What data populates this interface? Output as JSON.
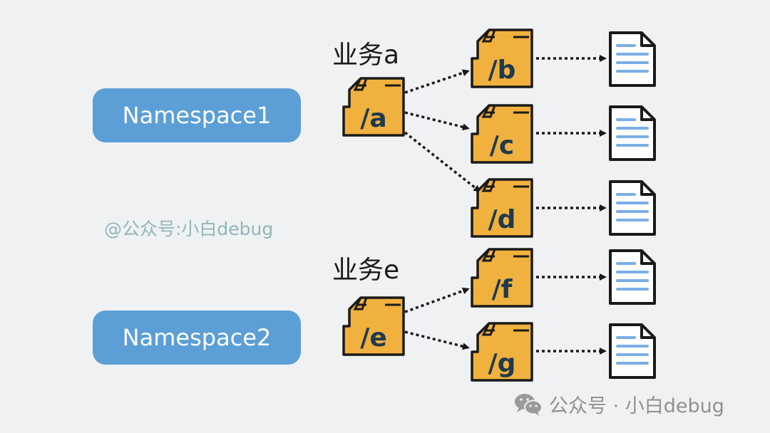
{
  "colors": {
    "background": "#f0f1f3",
    "namespace_pill": "#5b9fd6",
    "folder_fill": "#f1b13e",
    "outline": "#1a1a1a",
    "doc_lines": "#7aaee6",
    "watermark": "#8fb7b9"
  },
  "namespaces": [
    {
      "label": "Namespace1"
    },
    {
      "label": "Namespace2"
    }
  ],
  "groups": [
    {
      "label": "业务a",
      "root": "/a",
      "children": [
        "/b",
        "/c",
        "/d"
      ]
    },
    {
      "label": "业务e",
      "root": "/e",
      "children": [
        "/f",
        "/g"
      ]
    }
  ],
  "folders": {
    "a": "/a",
    "b": "/b",
    "c": "/c",
    "d": "/d",
    "e": "/e",
    "f": "/f",
    "g": "/g"
  },
  "watermark_middle": "@公众号:小白debug",
  "watermark_bottom": "公众号 · 小白debug",
  "icons": {
    "folder": "folder-icon",
    "document": "document-icon",
    "wechat": "wechat-icon"
  }
}
